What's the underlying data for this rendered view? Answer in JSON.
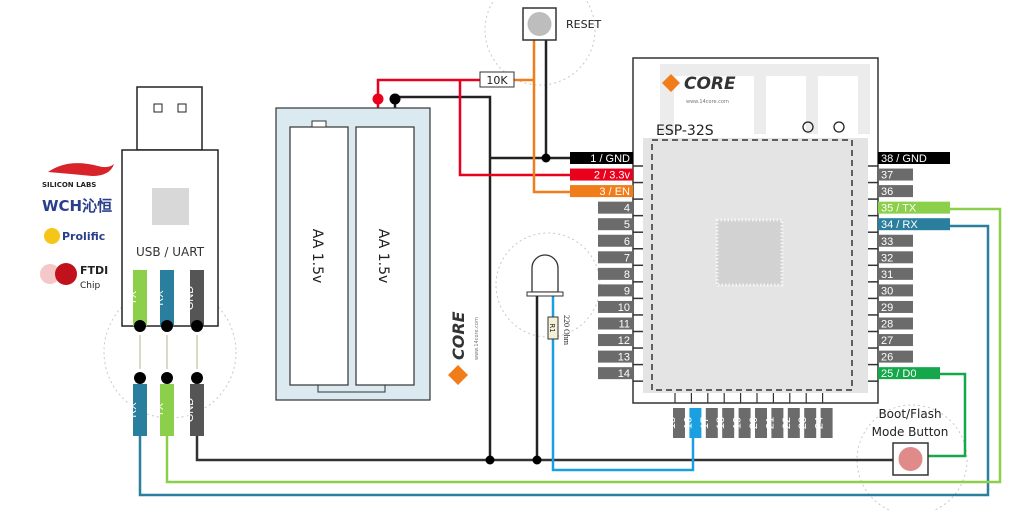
{
  "usb": {
    "title": "USB / UART",
    "top_pins": [
      "TX",
      "RX",
      "GND"
    ],
    "bottom_pins": [
      "RX",
      "TX",
      "GND"
    ]
  },
  "vendors": {
    "silicon_labs": "SILICON LABS",
    "wch": "WCH沁恒",
    "prolific": "Prolific",
    "ftdi": "FTDI",
    "ftdi_sub": "Chip"
  },
  "battery": {
    "cells": [
      "AA 1.5v",
      "AA 1.5v"
    ]
  },
  "resistor_10k": "10K",
  "reset_label": "RESET",
  "led": {
    "resistor": "R1",
    "resistor_value": "220 Ohm"
  },
  "logo": {
    "brand": "CORE",
    "url": "www.14core.com"
  },
  "module": {
    "title": "ESP-32S",
    "left_pins": [
      "1 / GND",
      "2 / 3.3v",
      "3 / EN",
      "4",
      "5",
      "6",
      "7",
      "8",
      "9",
      "10",
      "11",
      "12",
      "13",
      "14"
    ],
    "right_pins": [
      "38 / GND",
      "37",
      "36",
      "35 / TX",
      "34 / RX",
      "33",
      "32",
      "31",
      "30",
      "29",
      "28",
      "27",
      "26",
      "25 / D0"
    ],
    "bottom_pins": [
      "15",
      "16",
      "17",
      "18",
      "19",
      "20",
      "21",
      "22",
      "23",
      "24"
    ]
  },
  "boot_button": {
    "line1": "Boot/Flash",
    "line2": "Mode Button"
  },
  "colors": {
    "gnd": "#000000",
    "vcc": "#e8001c",
    "en": "#f07c1a",
    "tx": "#8ccf4a",
    "rx": "#2a7f9e",
    "d0": "#14a84a",
    "led": "#1aa0e0",
    "pin": "#6b6b6b",
    "holder": "#dbe9f0"
  }
}
